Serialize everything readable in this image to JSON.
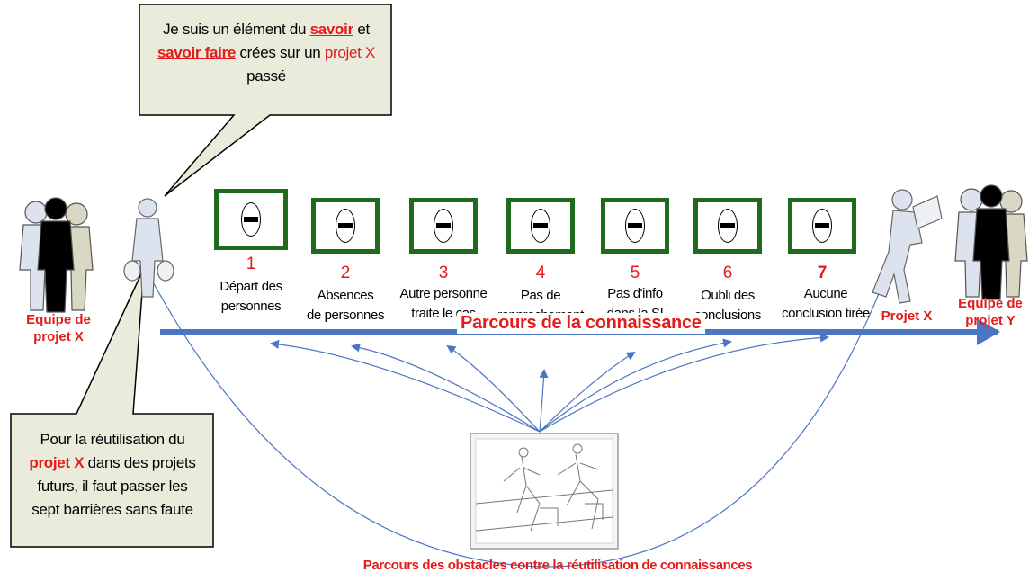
{
  "top_callout": {
    "line1_pre": "Je suis un élément du ",
    "savoir": "savoir",
    "line1_post": " et",
    "savoir_faire": "savoir faire",
    "line2_mid": " crées sur un ",
    "projet_x": "projet X",
    "line3": "passé"
  },
  "bottom_callout": {
    "line1": "Pour la réutilisation du",
    "projet_x": "projet X",
    "line2_post": " dans des projets",
    "line3": "futurs, il faut  passer les",
    "line4": "sept barrières sans faute"
  },
  "team_x": {
    "line1": "Equipe de",
    "line2": "projet X"
  },
  "team_y": {
    "line1": "Equipe de",
    "line2": "projet Y"
  },
  "projet_x_runner": "Projet X",
  "main_arrow_label": "Parcours de la connaissance",
  "bottom_caption": "Parcours des obstacles contre la réutilisation de connaissances",
  "barriers": [
    {
      "number": "1",
      "line1": "Départ des",
      "line2": "personnes"
    },
    {
      "number": "2",
      "line1": "Absences",
      "line2": "de personnes"
    },
    {
      "number": "3",
      "line1": "Autre personne",
      "line2": "traite le cas"
    },
    {
      "number": "4",
      "line1": "Pas de",
      "line2": "rapprochement"
    },
    {
      "number": "5",
      "line1": "Pas d'info",
      "line2": "dans la SI"
    },
    {
      "number": "6",
      "line1": "Oubli des",
      "line2": "conclusions"
    },
    {
      "number": "7",
      "line1": "Aucune",
      "line2": "conclusion tirée"
    }
  ],
  "colors": {
    "accent_red": "#e31b1b",
    "arrow_blue": "#4a76c4",
    "barrier_green": "#1e6b1e",
    "callout_bg": "#ebebdc"
  }
}
